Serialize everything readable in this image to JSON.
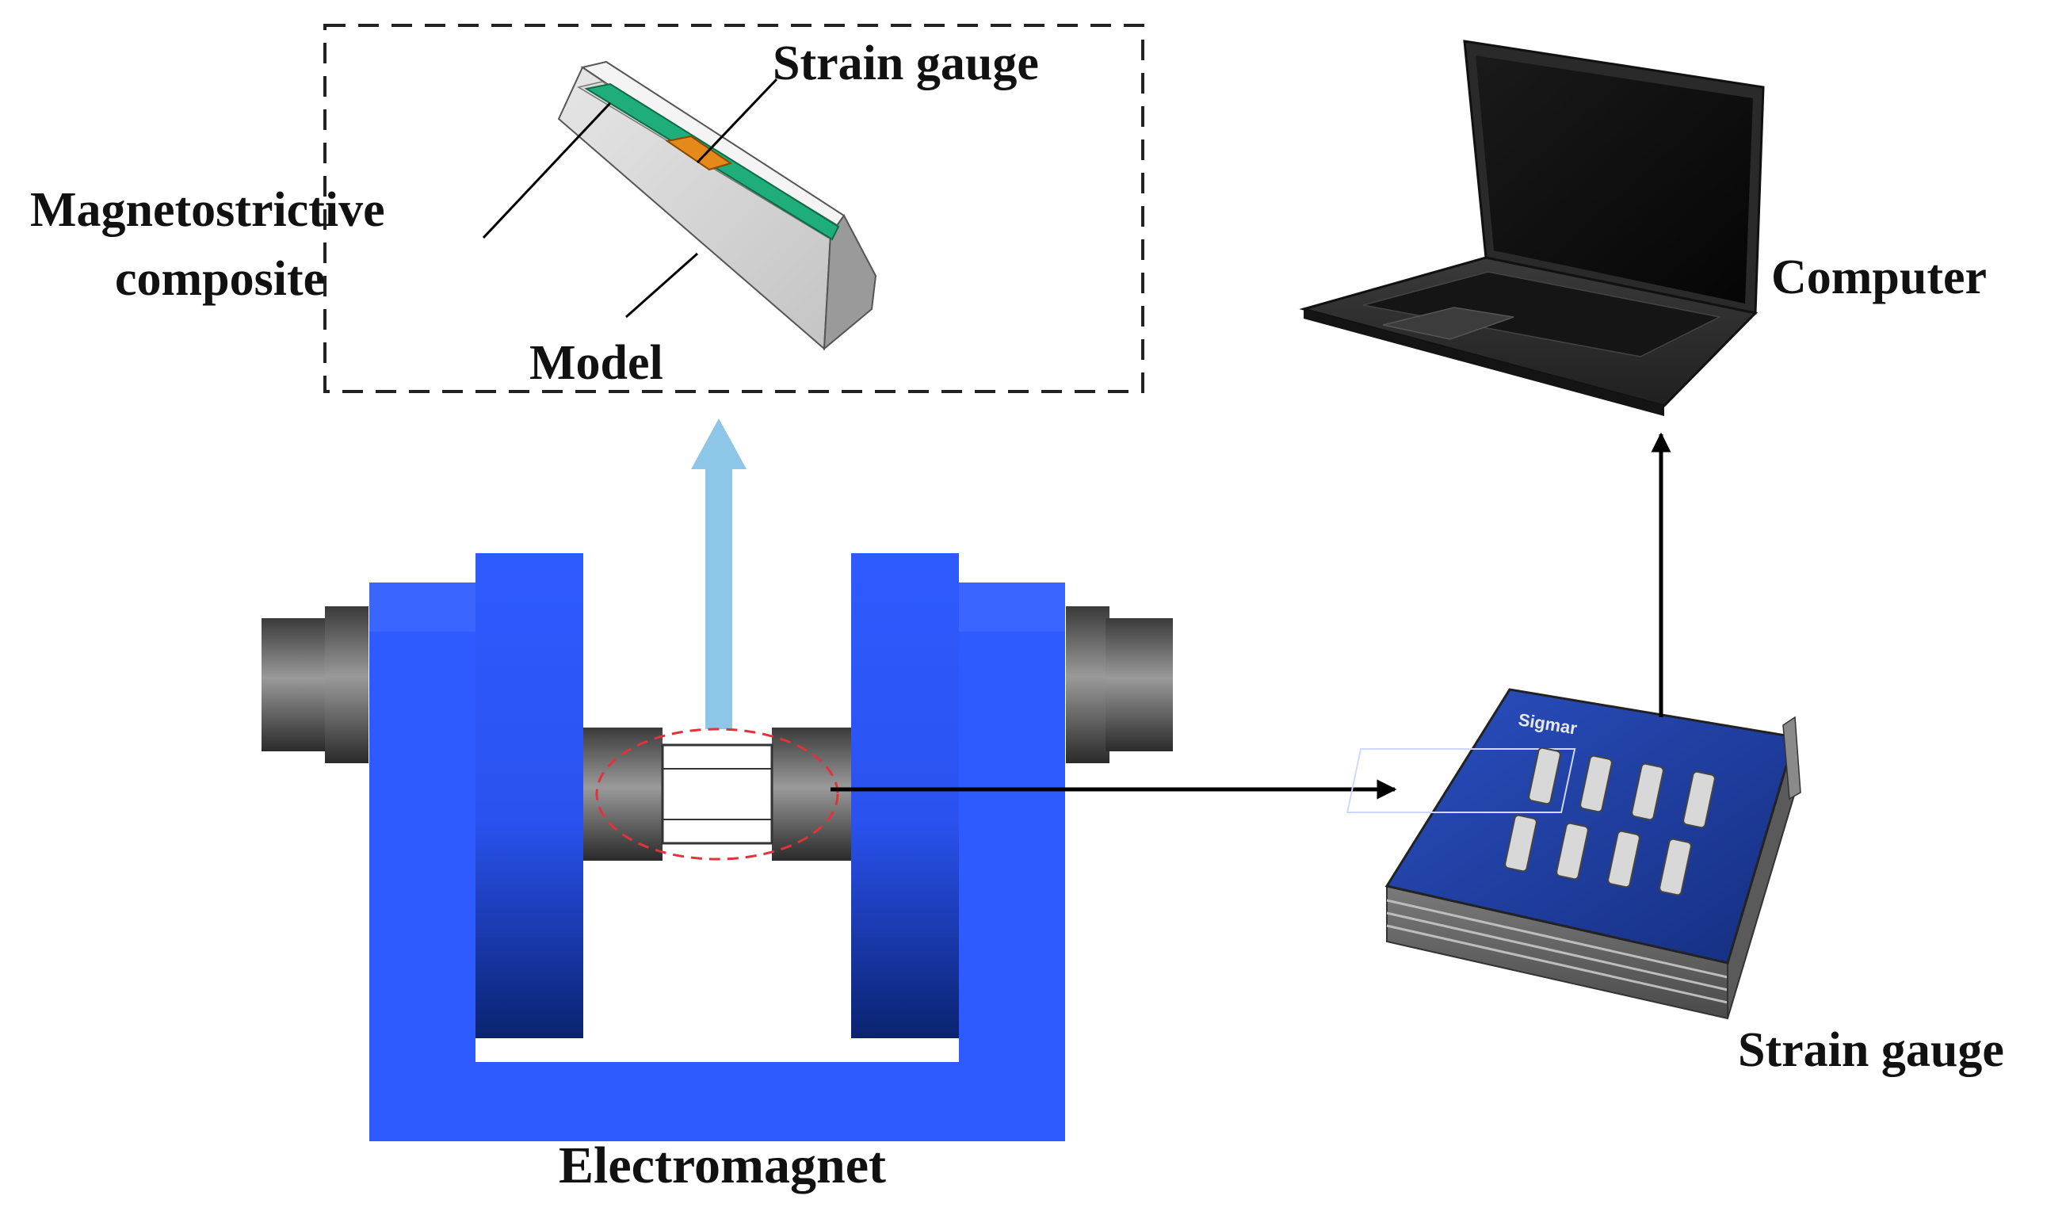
{
  "labels": {
    "strain_gauge_top": "Strain gauge",
    "magnetostrictive_line1": "Magnetostrictive",
    "magnetostrictive_line2": "composite",
    "model": "Model",
    "computer": "Computer",
    "strain_gauge_device": "Strain gauge",
    "electromagnet": "Electromagnet"
  },
  "device_panel": {
    "brand": "Sigmar"
  },
  "colors": {
    "electromagnet_blue": "#2e5bff",
    "electromagnet_dark": "#0b2b8a",
    "arrow_light_blue": "#8ec6e8",
    "composite_green": "#1fae7a",
    "gauge_orange": "#e58a1a",
    "device_panel_blue": "#1f3f9e",
    "highlight_red": "#e0333a"
  }
}
